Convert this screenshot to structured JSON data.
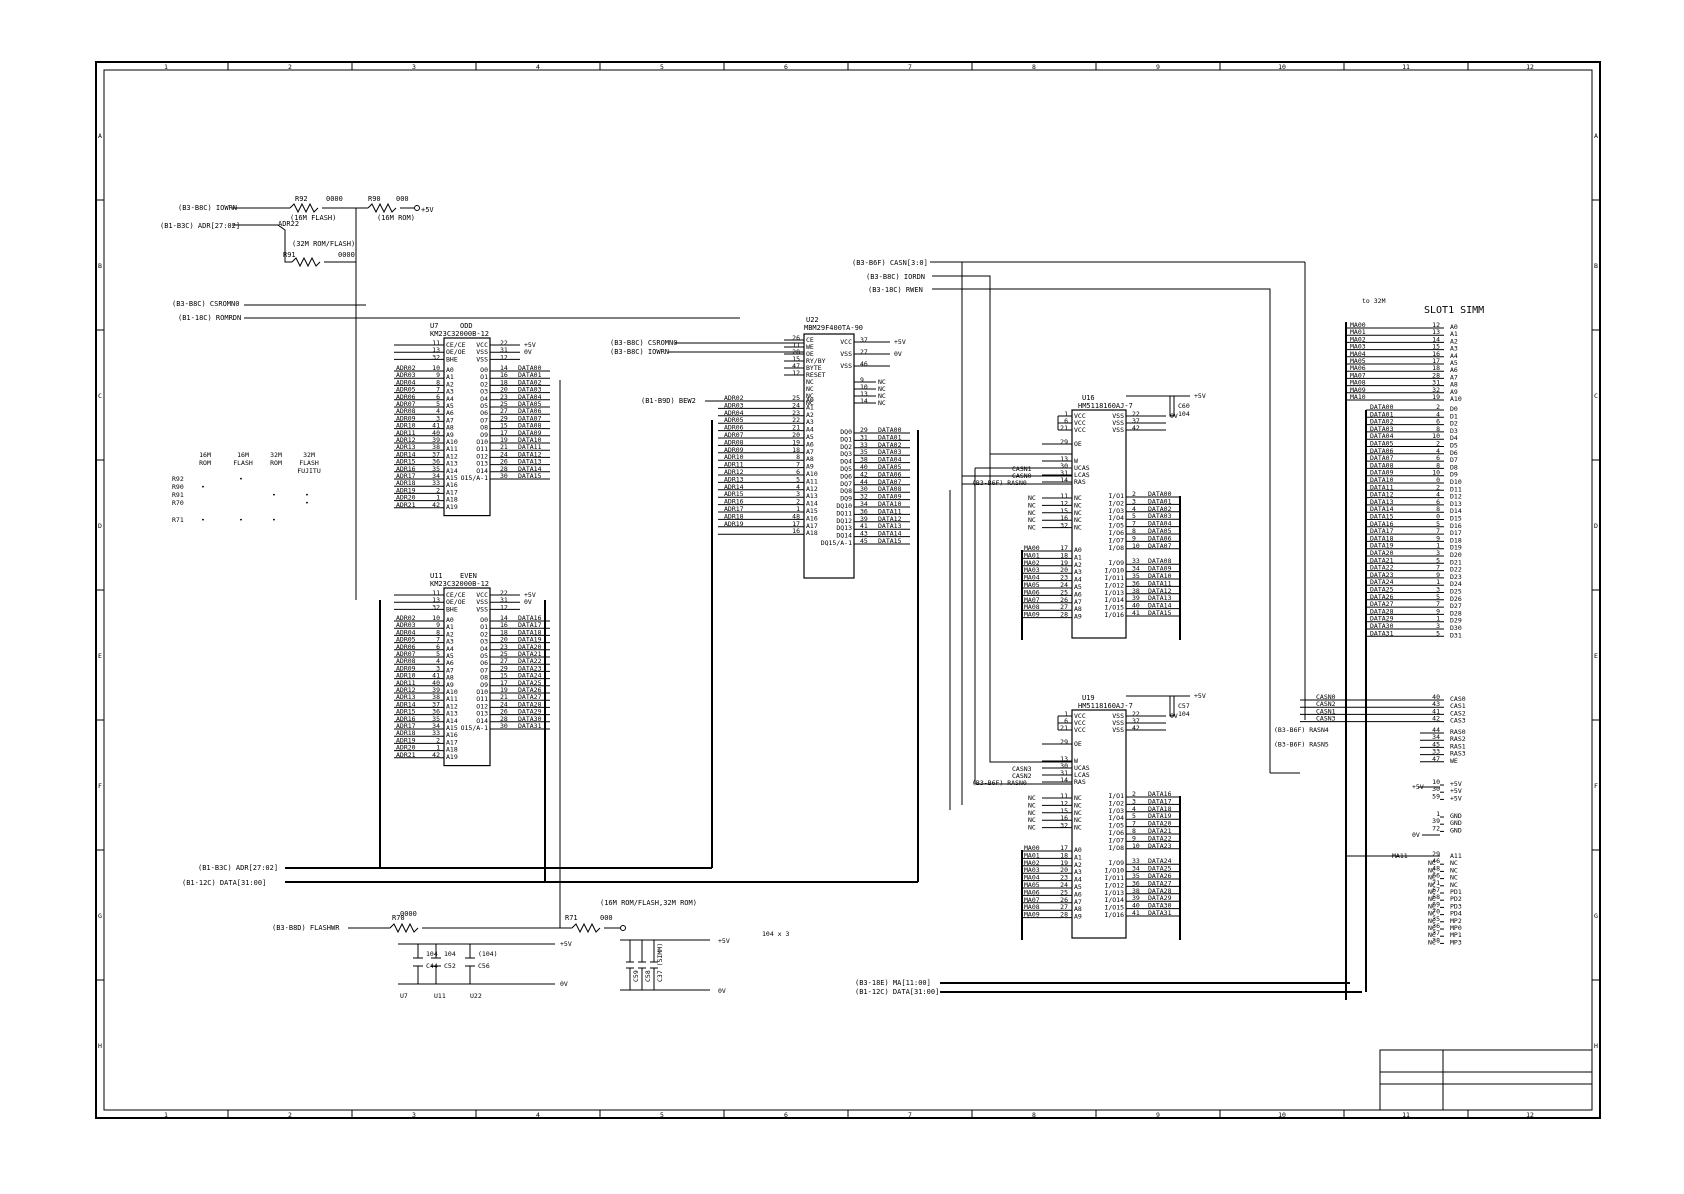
{
  "frame": {
    "columns": [
      "1",
      "2",
      "3",
      "4",
      "5",
      "6",
      "7",
      "8",
      "9",
      "10",
      "11",
      "12"
    ],
    "rows": [
      "A",
      "B",
      "C",
      "D",
      "E",
      "F",
      "G",
      "H"
    ]
  },
  "top_left": {
    "iowrn": "(B3-B8C) IOWRN",
    "adr2702": "(B1-B3C) ADR[27:02]",
    "adr22": "ADR22",
    "r92": "R92",
    "r92v": "0000",
    "r90": "R90",
    "r90v": "000",
    "p5v": "+5V",
    "flash16": "(16M FLASH)",
    "rom16": "(16M ROM)",
    "rom32": "(32M ROM/FLASH)",
    "r91": "R91",
    "r91v": "0000",
    "csromn": "(B3-B8C) CSROMN0",
    "romrdn": "(B1-18C) ROMRDN"
  },
  "opt_table": {
    "headers": [
      "16M ROM",
      "16M FLASH",
      "32M ROM",
      "32M FLASH FUJITU"
    ],
    "rows": [
      "R92",
      "R90",
      "R91",
      "R70",
      "R71"
    ]
  },
  "u7": {
    "ref": "U7",
    "name": "KM23C32000B-12",
    "tag": "ODD",
    "ctrl": [
      {
        "n": "11",
        "l": "CE/CE",
        "r": "VCC",
        "rn": "22",
        "net": "+5V"
      },
      {
        "n": "13",
        "l": "OE/OE",
        "r": "VSS",
        "rn": "31",
        "net": "0V"
      },
      {
        "n": "32",
        "l": "BHE",
        "r": "VSS",
        "rn": "12",
        "net": ""
      }
    ],
    "addr": [
      [
        "ADR02",
        "10",
        "A0"
      ],
      [
        "ADR03",
        "9",
        "A1"
      ],
      [
        "ADR04",
        "8",
        "A2"
      ],
      [
        "ADR05",
        "7",
        "A3"
      ],
      [
        "ADR06",
        "6",
        "A4"
      ],
      [
        "ADR07",
        "5",
        "A5"
      ],
      [
        "ADR08",
        "4",
        "A6"
      ],
      [
        "ADR09",
        "3",
        "A7"
      ],
      [
        "ADR10",
        "41",
        "A8"
      ],
      [
        "ADR11",
        "40",
        "A9"
      ],
      [
        "ADR12",
        "39",
        "A10"
      ],
      [
        "ADR13",
        "38",
        "A11"
      ],
      [
        "ADR14",
        "37",
        "A12"
      ],
      [
        "ADR15",
        "36",
        "A13"
      ],
      [
        "ADR16",
        "35",
        "A14"
      ],
      [
        "ADR17",
        "34",
        "A15"
      ],
      [
        "ADR18",
        "33",
        "A16"
      ],
      [
        "ADR19",
        "2",
        "A17"
      ],
      [
        "ADR20",
        "1",
        "A18"
      ],
      [
        "ADR21",
        "42",
        "A19"
      ]
    ],
    "data": [
      [
        "O0",
        "14",
        "DATA00"
      ],
      [
        "O1",
        "16",
        "DATA01"
      ],
      [
        "O2",
        "18",
        "DATA02"
      ],
      [
        "O3",
        "20",
        "DATA03"
      ],
      [
        "O4",
        "23",
        "DATA04"
      ],
      [
        "O5",
        "25",
        "DATA05"
      ],
      [
        "O6",
        "27",
        "DATA06"
      ],
      [
        "O7",
        "29",
        "DATA07"
      ],
      [
        "O8",
        "15",
        "DATA08"
      ],
      [
        "O9",
        "17",
        "DATA09"
      ],
      [
        "O10",
        "19",
        "DATA10"
      ],
      [
        "O11",
        "21",
        "DATA11"
      ],
      [
        "O12",
        "24",
        "DATA12"
      ],
      [
        "O13",
        "26",
        "DATA13"
      ],
      [
        "O14",
        "28",
        "DATA14"
      ],
      [
        "O15/A-1",
        "30",
        "DATA15"
      ]
    ]
  },
  "u11": {
    "ref": "U11",
    "name": "KM23C32000B-12",
    "tag": "EVEN",
    "data": [
      [
        "O0",
        "14",
        "DATA16"
      ],
      [
        "O1",
        "16",
        "DATA17"
      ],
      [
        "O2",
        "18",
        "DATA18"
      ],
      [
        "O3",
        "20",
        "DATA19"
      ],
      [
        "O4",
        "23",
        "DATA20"
      ],
      [
        "O5",
        "25",
        "DATA21"
      ],
      [
        "O6",
        "27",
        "DATA22"
      ],
      [
        "O7",
        "29",
        "DATA23"
      ],
      [
        "O8",
        "15",
        "DATA24"
      ],
      [
        "O9",
        "17",
        "DATA25"
      ],
      [
        "O10",
        "19",
        "DATA26"
      ],
      [
        "O11",
        "21",
        "DATA27"
      ],
      [
        "O12",
        "24",
        "DATA28"
      ],
      [
        "O13",
        "26",
        "DATA29"
      ],
      [
        "O14",
        "28",
        "DATA30"
      ],
      [
        "O15/A-1",
        "30",
        "DATA31"
      ]
    ]
  },
  "u22": {
    "ref": "U22",
    "name": "MBM29F400TA-90",
    "csrom": "(B3-B8C) CSROMN0",
    "iowrn": "(B3-B8C) IOWRN",
    "bew": "(B1-B9D) BEW2",
    "ctrl_l": [
      [
        "26",
        "CE"
      ],
      [
        "11",
        "WE"
      ],
      [
        "28",
        "OE"
      ],
      [
        "15",
        "RY/BY"
      ],
      [
        "47",
        "BYTE"
      ],
      [
        "12",
        "RESET"
      ]
    ],
    "ctrl_r": [
      [
        "VCC",
        "37",
        "+5V"
      ],
      [
        "VSS",
        "27",
        "0V"
      ],
      [
        "VSS",
        "46",
        ""
      ]
    ],
    "nc": [
      [
        "NC",
        "9",
        "NC"
      ],
      [
        "NC",
        "10",
        "NC"
      ],
      [
        "NC",
        "13",
        "NC"
      ],
      [
        "NC",
        "14",
        "NC"
      ]
    ],
    "addr": [
      [
        "ADR02",
        "25",
        "A0"
      ],
      [
        "ADR03",
        "24",
        "A1"
      ],
      [
        "ADR04",
        "23",
        "A2"
      ],
      [
        "ADR05",
        "22",
        "A3"
      ],
      [
        "ADR06",
        "21",
        "A4"
      ],
      [
        "ADR07",
        "20",
        "A5"
      ],
      [
        "ADR08",
        "19",
        "A6"
      ],
      [
        "ADR09",
        "18",
        "A7"
      ],
      [
        "ADR10",
        "8",
        "A8"
      ],
      [
        "ADR11",
        "7",
        "A9"
      ],
      [
        "ADR12",
        "6",
        "A10"
      ],
      [
        "ADR13",
        "5",
        "A11"
      ],
      [
        "ADR14",
        "4",
        "A12"
      ],
      [
        "ADR15",
        "3",
        "A13"
      ],
      [
        "ADR16",
        "2",
        "A14"
      ],
      [
        "ADR17",
        "1",
        "A15"
      ],
      [
        "ADR18",
        "48",
        "A16"
      ],
      [
        "ADR19",
        "17",
        "A17"
      ],
      [
        "",
        "16",
        "A18"
      ]
    ],
    "data": [
      [
        "DQ0",
        "29",
        "DATA00"
      ],
      [
        "DQ1",
        "31",
        "DATA01"
      ],
      [
        "DQ2",
        "33",
        "DATA02"
      ],
      [
        "DQ3",
        "35",
        "DATA03"
      ],
      [
        "DQ4",
        "38",
        "DATA04"
      ],
      [
        "DQ5",
        "40",
        "DATA05"
      ],
      [
        "DQ6",
        "42",
        "DATA06"
      ],
      [
        "DQ7",
        "44",
        "DATA07"
      ],
      [
        "DQ8",
        "30",
        "DATA08"
      ],
      [
        "DQ9",
        "32",
        "DATA09"
      ],
      [
        "DQ10",
        "34",
        "DATA10"
      ],
      [
        "DQ11",
        "36",
        "DATA11"
      ],
      [
        "DQ12",
        "39",
        "DATA12"
      ],
      [
        "DQ13",
        "41",
        "DATA13"
      ],
      [
        "DQ14",
        "43",
        "DATA14"
      ],
      [
        "DQ15/A-1",
        "45",
        "DATA15"
      ]
    ]
  },
  "dram_nets": {
    "casn": "(B3-B6F) CASN[3:0]",
    "iordn": "(B3-B8C) IORDN",
    "rwen": "(B3-18C) RWEN"
  },
  "u16": {
    "ref": "U16",
    "name": "HM5118160AJ-7",
    "cas": [
      "CASN1",
      "CASN0"
    ],
    "ras": "(B3-B6F) RASN0",
    "data": [
      "DATA00",
      "DATA01",
      "DATA02",
      "DATA03",
      "DATA04",
      "DATA05",
      "DATA06",
      "DATA07",
      "DATA08",
      "DATA09",
      "DATA10",
      "DATA11",
      "DATA12",
      "DATA13",
      "DATA14",
      "DATA15"
    ],
    "cap": "C60",
    "capv": "104"
  },
  "u19": {
    "ref": "U19",
    "name": "HM5118160AJ-7",
    "cas": [
      "CASN3",
      "CASN2"
    ],
    "ras": "(B3-B6F) RASN0",
    "data": [
      "DATA16",
      "DATA17",
      "DATA18",
      "DATA19",
      "DATA20",
      "DATA21",
      "DATA22",
      "DATA23",
      "DATA24",
      "DATA25",
      "DATA26",
      "DATA27",
      "DATA28",
      "DATA29",
      "DATA30",
      "DATA31"
    ],
    "cap": "C57",
    "capv": "104"
  },
  "dram_common": {
    "io": [
      "I/O1",
      "I/O2",
      "I/O3",
      "I/O4",
      "I/O5",
      "I/O6",
      "I/O7",
      "I/O8",
      "I/O9",
      "I/O10",
      "I/O11",
      "I/O12",
      "I/O13",
      "I/O14",
      "I/O15",
      "I/O16"
    ],
    "io_pins": [
      "2",
      "3",
      "4",
      "5",
      "7",
      "8",
      "9",
      "10",
      "33",
      "34",
      "35",
      "36",
      "38",
      "39",
      "40",
      "41"
    ],
    "nc_pins": [
      "11",
      "12",
      "15",
      "16",
      "32"
    ],
    "nc_left": [
      "NC",
      "NC",
      "NC",
      "NC",
      "NC"
    ],
    "ma": [
      "MA00",
      "MA01",
      "MA02",
      "MA03",
      "MA04",
      "MA05",
      "MA06",
      "MA07",
      "MA08",
      "MA09"
    ],
    "ma_pins": [
      "17",
      "18",
      "19",
      "20",
      "23",
      "24",
      "25",
      "26",
      "27",
      "28"
    ],
    "a": [
      "A0",
      "A1",
      "A2",
      "A3",
      "A4",
      "A5",
      "A6",
      "A7",
      "A8",
      "A9"
    ],
    "vcc": [
      [
        "1",
        "VCC"
      ],
      [
        "6",
        "VCC"
      ],
      [
        "21",
        "VCC"
      ]
    ],
    "vss": [
      [
        "VSS",
        "22"
      ],
      [
        "VSS",
        "37"
      ],
      [
        "VSS",
        "42"
      ]
    ],
    "ctrl": [
      [
        "29",
        "OE"
      ],
      [
        "13",
        "W"
      ],
      [
        "30",
        "UCAS"
      ],
      [
        "31",
        "LCAS"
      ],
      [
        "14",
        "RAS"
      ]
    ]
  },
  "simm": {
    "title": "SLOT1 SIMM",
    "note": "to 32M",
    "ma": [
      "MA00",
      "MA01",
      "MA02",
      "MA03",
      "MA04",
      "MA05",
      "MA06",
      "MA07",
      "MA08",
      "MA09",
      "MA10"
    ],
    "ma_pins": [
      "12",
      "13",
      "14",
      "15",
      "16",
      "17",
      "18",
      "28",
      "31",
      "32",
      "19"
    ],
    "a": [
      "A0",
      "A1",
      "A2",
      "A3",
      "A4",
      "A5",
      "A6",
      "A7",
      "A8",
      "A9",
      "A10"
    ],
    "data_pins": [
      "2",
      "4",
      "6",
      "8",
      "10",
      "2",
      "4",
      "6",
      "8",
      "10",
      "0",
      "2",
      "4",
      "6",
      "8",
      "0",
      "5",
      "7",
      "9",
      "1",
      "3",
      "5",
      "7",
      "9",
      "1",
      "3",
      "5",
      "7",
      "9",
      "1",
      "3",
      "5"
    ],
    "d": [
      "D0",
      "D1",
      "D2",
      "D3",
      "D4",
      "D5",
      "D6",
      "D7",
      "D8",
      "D9",
      "D10",
      "D11",
      "D12",
      "D13",
      "D14",
      "D15",
      "D16",
      "D17",
      "D18",
      "D19",
      "D20",
      "D21",
      "D22",
      "D23",
      "D24",
      "D25",
      "D26",
      "D27",
      "D28",
      "D29",
      "D30",
      "D31"
    ],
    "cas": [
      [
        "CASN0",
        "40",
        "CAS0"
      ],
      [
        "CASN2",
        "43",
        "CAS1"
      ],
      [
        "CASN1",
        "41",
        "CAS2"
      ],
      [
        "CASN3",
        "42",
        "CAS3"
      ]
    ],
    "ras": [
      [
        "(B3-B6F) RASN4",
        "44",
        "RAS0"
      ],
      [
        "",
        "34",
        "RAS2"
      ],
      [
        "(B3-B6F) RASN5",
        "45",
        "RAS1"
      ],
      [
        "",
        "33",
        "RAS3"
      ],
      [
        "",
        "47",
        "WE"
      ]
    ],
    "pwr": [
      [
        "10",
        "+5V"
      ],
      [
        "30",
        "+5V"
      ],
      [
        "59",
        "+5V"
      ]
    ],
    "gnd": [
      [
        "1",
        "GND"
      ],
      [
        "39",
        "GND"
      ],
      [
        "72",
        "GND"
      ]
    ],
    "ma11": "MA11",
    "misc": [
      [
        "29",
        "A11"
      ],
      [
        "46",
        "NC"
      ],
      [
        "48",
        "NC"
      ],
      [
        "66",
        "NC"
      ],
      [
        "71",
        "NC"
      ],
      [
        "67",
        "PD1"
      ],
      [
        "68",
        "PD2"
      ],
      [
        "69",
        "PD3"
      ],
      [
        "70",
        "PD4"
      ],
      [
        "35",
        "MP2"
      ],
      [
        "36",
        "MP0"
      ],
      [
        "37",
        "MP1"
      ],
      [
        "38",
        "MP3"
      ]
    ]
  },
  "bottom": {
    "adr": "(B1-B3C) ADR[27:02]",
    "data": "(B1-12C) DATA[31:00]",
    "flashwr": "(B3-B8D) FLASHWR",
    "r70": "R70",
    "r70v": "0000",
    "r71": "R71",
    "r71v": "000",
    "note": "(16M ROM/FLASH,32M ROM)",
    "ma": "(B3-18E) MA[11:00]",
    "data2": "(B1-12C) DATA[31:00]",
    "caps1": [
      [
        "104",
        "C44"
      ],
      [
        "104",
        "C52"
      ],
      [
        "(104)",
        "C56"
      ]
    ],
    "caps1_refs": [
      "U7",
      "U11",
      "U22"
    ],
    "caps2": [
      "C59",
      "C58",
      "C37 (SIMM)"
    ],
    "caps2_note": "104 x 3",
    "p5v": "+5V",
    "gnd": "0V"
  }
}
